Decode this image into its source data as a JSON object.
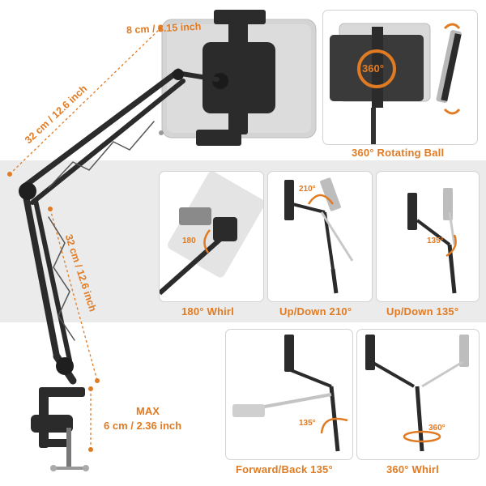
{
  "dimensions": {
    "tablet_clamp": "8 cm / 3.15 inch",
    "upper_arm": "32 cm / 12.6 inch",
    "lower_arm": "32 cm / 12.6 inch",
    "clamp_max_label": "MAX",
    "clamp_max_value": "6 cm  / 2.36 inch"
  },
  "panels": {
    "rotating_ball": {
      "caption": "360° Rotating Ball",
      "angle": "360°"
    },
    "whirl_180": {
      "caption": "180° Whirl",
      "angle": "180"
    },
    "updown_210": {
      "caption": "Up/Down 210°",
      "angle": "210°"
    },
    "updown_135": {
      "caption": "Up/Down 135°",
      "angle": "135°"
    },
    "forward_back": {
      "caption": "Forward/Back 135°",
      "angle": "135°"
    },
    "whirl_360": {
      "caption": "360° Whirl",
      "angle": "360°"
    }
  },
  "colors": {
    "accent": "#e07b23",
    "arm": "#2b2b2b",
    "band": "#ebebeb",
    "tablet": "#cfcfcf"
  }
}
